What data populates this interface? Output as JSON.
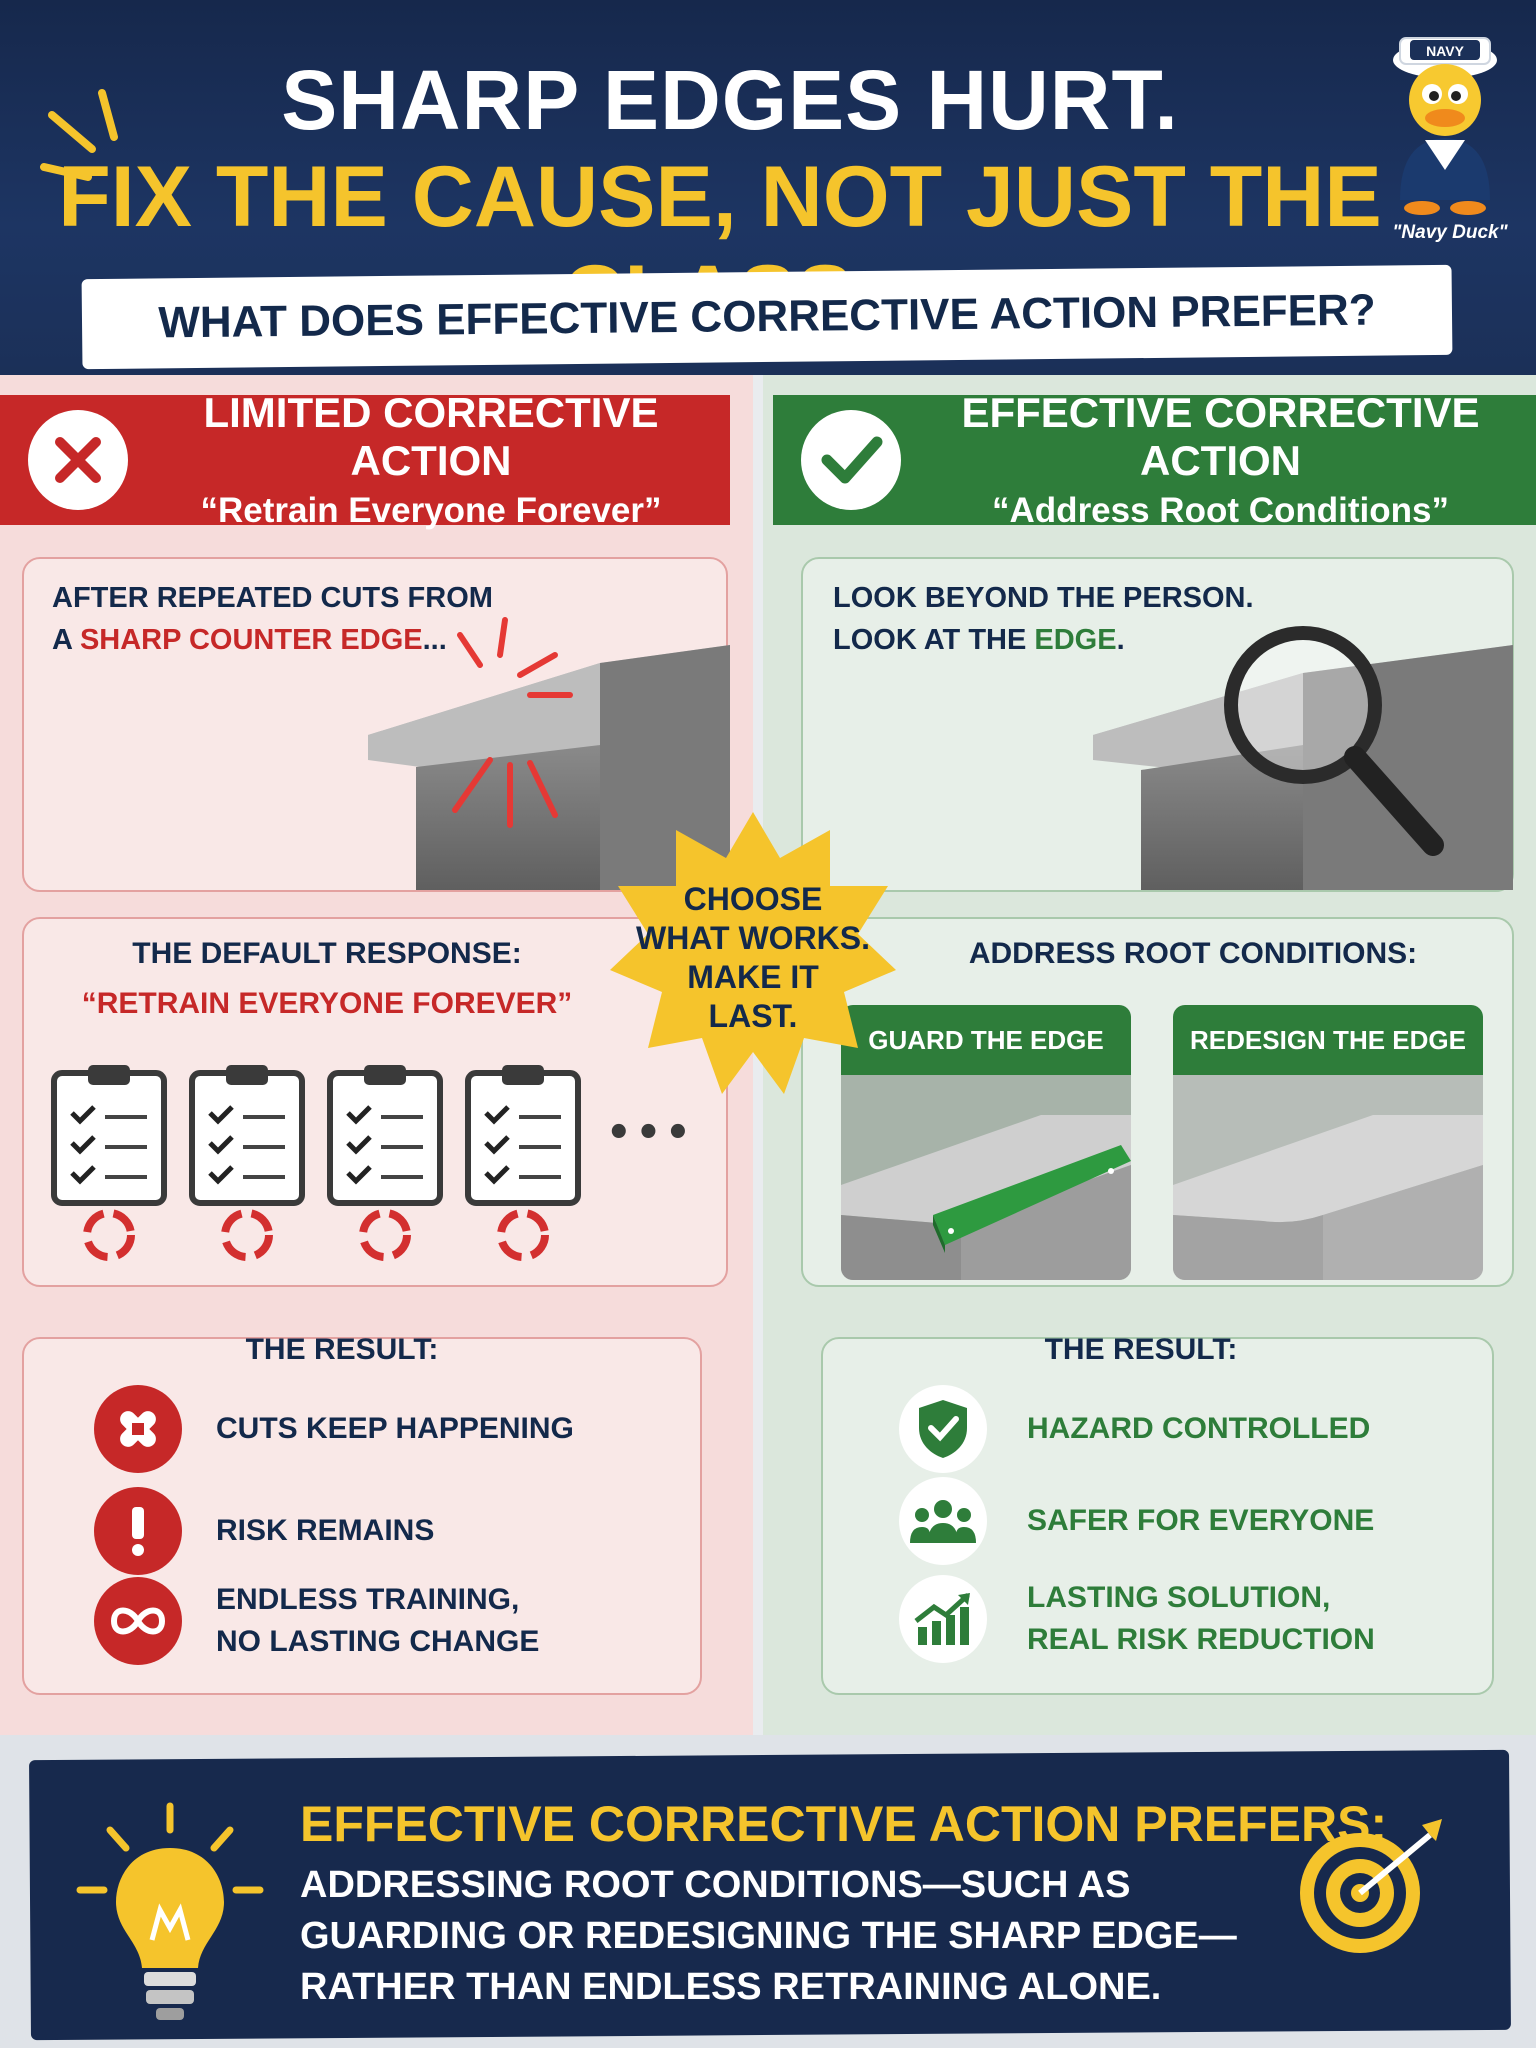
{
  "header": {
    "line1": "SHARP EDGES HURT.",
    "line2": "FIX THE CAUSE, NOT JUST THE CLASS.",
    "question": "WHAT DOES EFFECTIVE CORRECTIVE ACTION PREFER?",
    "mascot_label": "\"Navy Duck\"",
    "mascot_hat": "NAVY"
  },
  "left": {
    "title": "LIMITED CORRECTIVE ACTION",
    "subtitle": "“Retrain Everyone Forever”",
    "scenario_line1": "AFTER REPEATED CUTS FROM",
    "scenario_prefix": "A ",
    "scenario_highlight": "SHARP COUNTER EDGE",
    "scenario_suffix": "...",
    "default_label": "THE DEFAULT RESPONSE:",
    "default_quote": "“RETRAIN EVERYONE FOREVER”",
    "ellipsis": "•••",
    "result_label": "THE RESULT:",
    "results": [
      {
        "icon": "bandage-icon",
        "text": "CUTS KEEP HAPPENING"
      },
      {
        "icon": "exclamation-icon",
        "text": "RISK REMAINS"
      },
      {
        "icon": "infinity-icon",
        "text": "ENDLESS TRAINING,\nNO LASTING CHANGE"
      }
    ]
  },
  "right": {
    "title": "EFFECTIVE CORRECTIVE ACTION",
    "subtitle": "“Address Root Conditions”",
    "scenario_line1": "LOOK BEYOND THE PERSON.",
    "scenario_prefix": "LOOK AT THE ",
    "scenario_highlight": "EDGE",
    "scenario_suffix": ".",
    "root_label": "ADDRESS ROOT CONDITIONS:",
    "options": [
      "GUARD THE EDGE",
      "REDESIGN THE EDGE"
    ],
    "result_label": "THE RESULT:",
    "results": [
      {
        "icon": "shield-check-icon",
        "text": "HAZARD CONTROLLED"
      },
      {
        "icon": "people-icon",
        "text": "SAFER FOR EVERYONE"
      },
      {
        "icon": "growth-chart-icon",
        "text": "LASTING SOLUTION,\nREAL RISK REDUCTION"
      }
    ]
  },
  "burst": {
    "lines": [
      "CHOOSE",
      "WHAT WORKS.",
      "MAKE IT",
      "LAST."
    ]
  },
  "bottom": {
    "title": "EFFECTIVE CORRECTIVE ACTION PREFERS:",
    "body": "ADDRESSING ROOT CONDITIONS—SUCH AS GUARDING OR REDESIGNING THE SHARP EDGE—RATHER THAN ENDLESS RETRAINING ALONE."
  },
  "colors": {
    "navy": "#13294b",
    "gold": "#f5c42c",
    "red": "#c62828",
    "green": "#2e7d3a"
  }
}
